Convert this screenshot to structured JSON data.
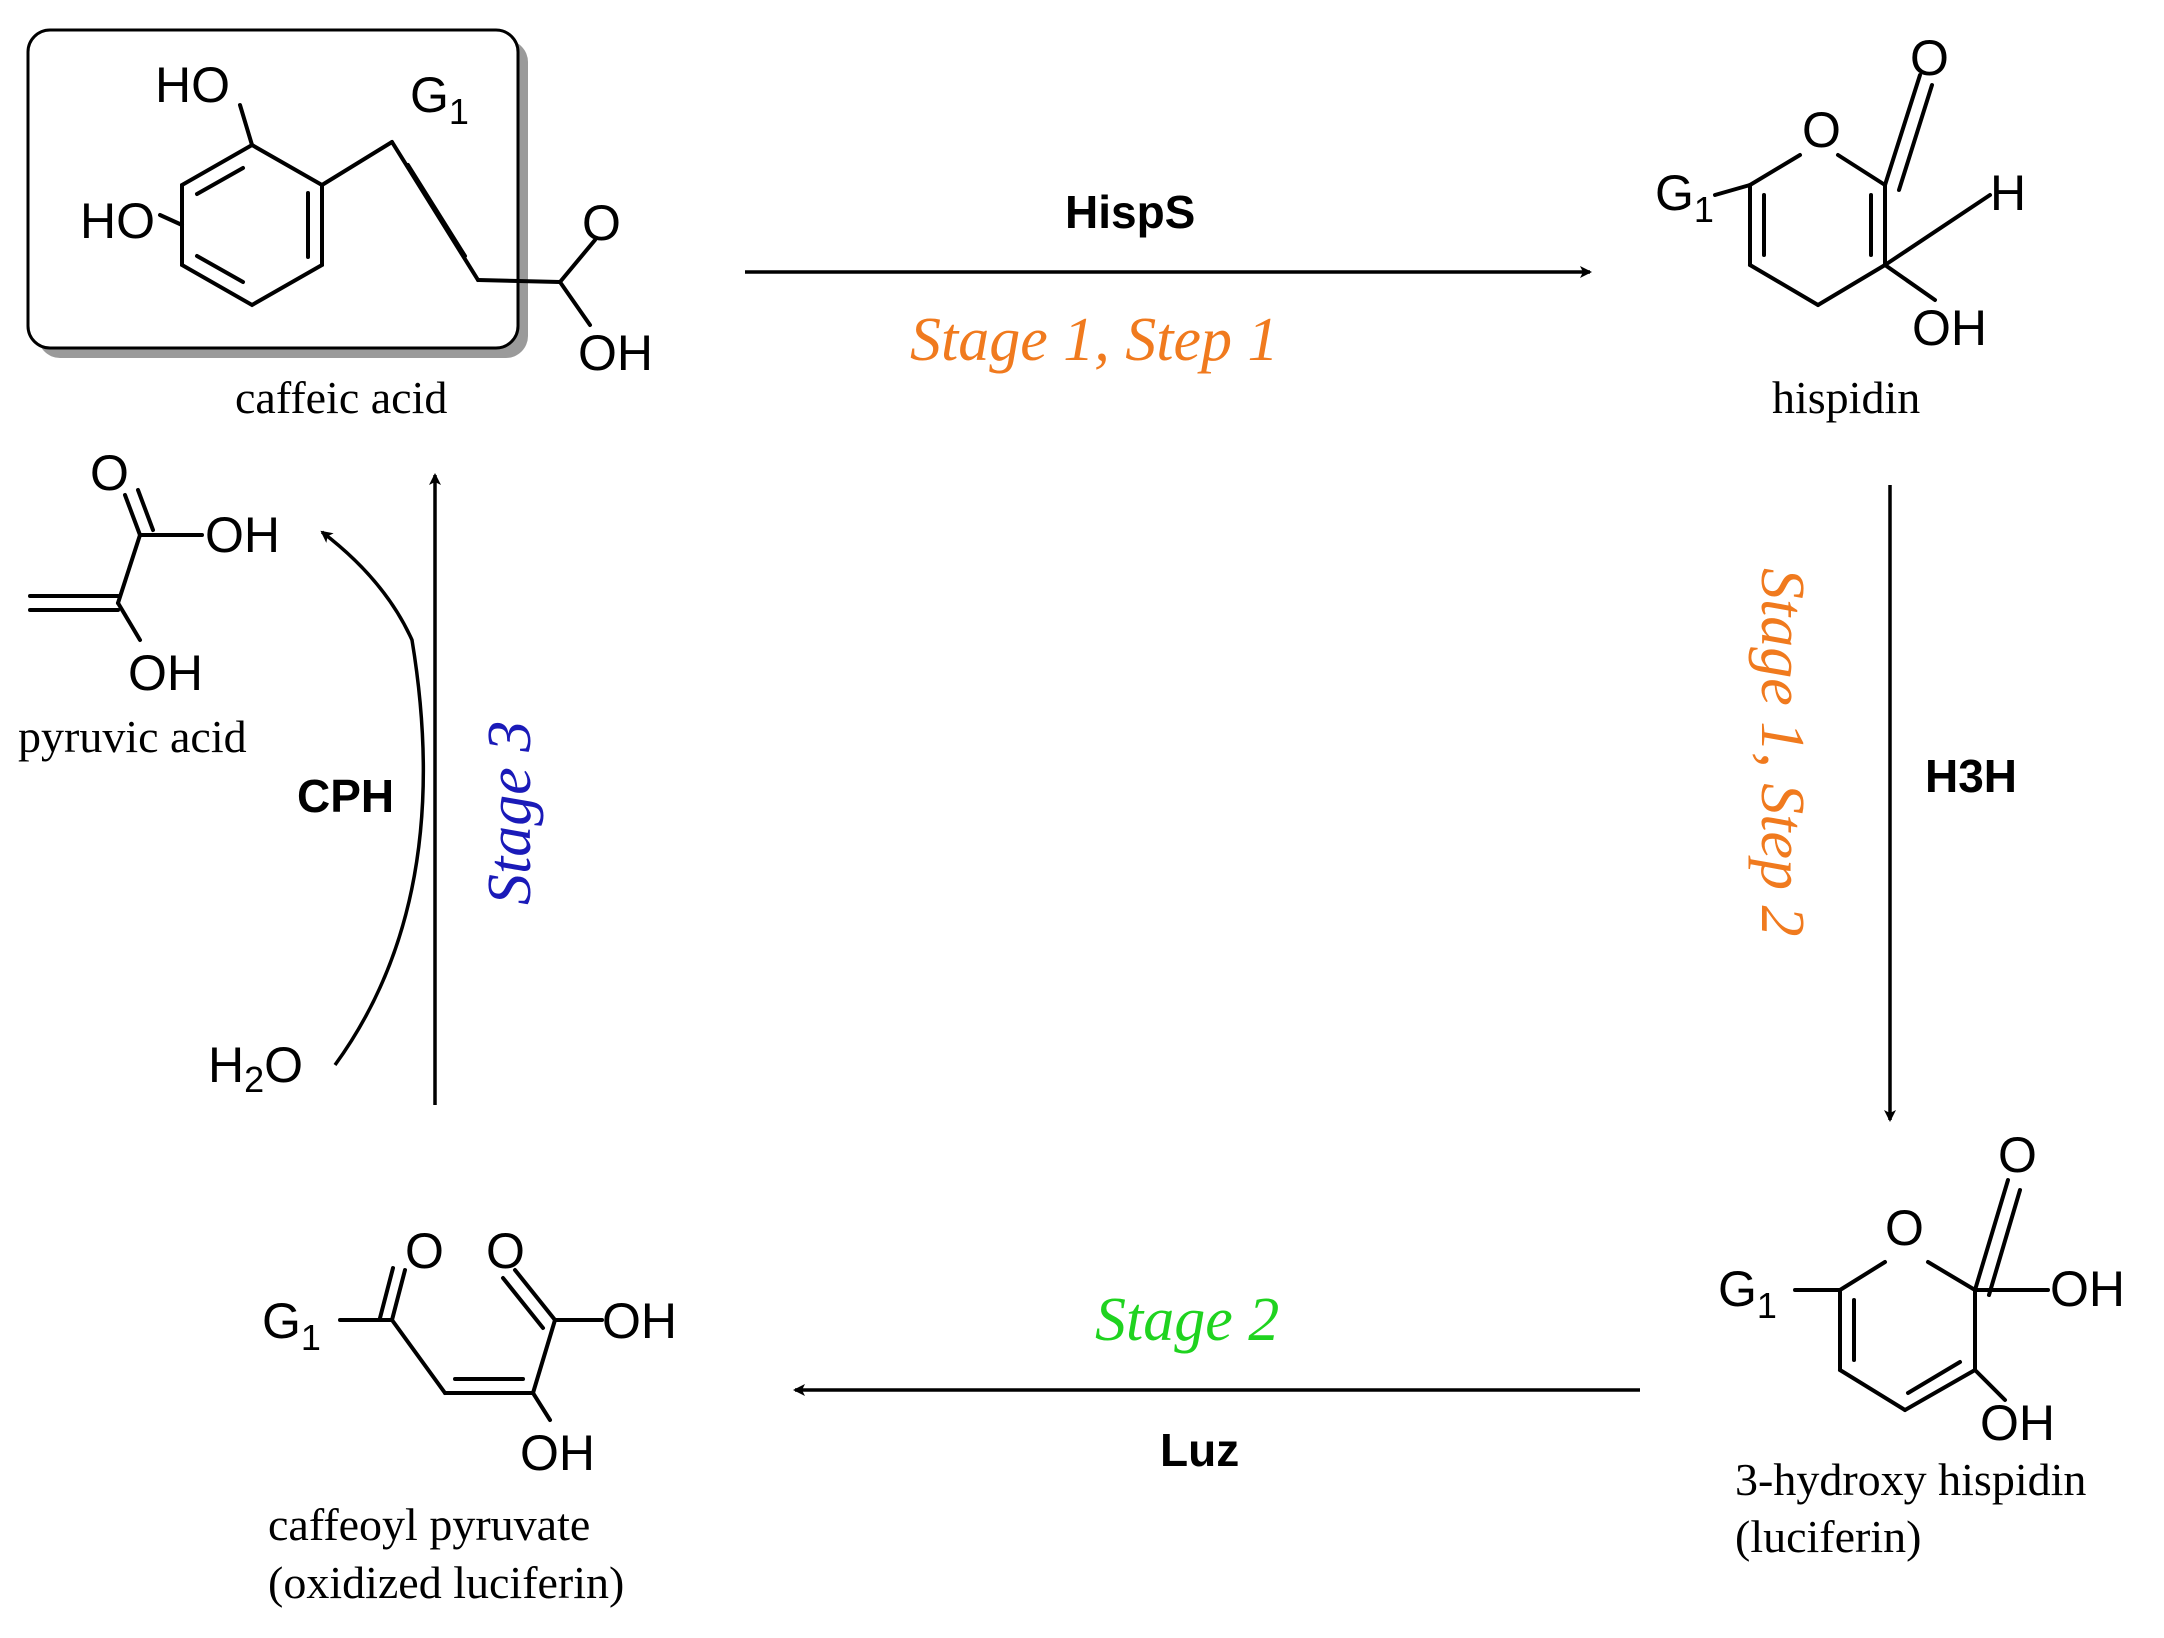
{
  "compounds": {
    "caffeic_acid": "caffeic acid",
    "hispidin": "hispidin",
    "hydroxy_hispidin_line1": "3-hydroxy hispidin",
    "hydroxy_hispidin_line2": "(luciferin)",
    "caffeoyl_pyruvate_line1": "caffeoyl pyruvate",
    "caffeoyl_pyruvate_line2": "(oxidized luciferin)",
    "pyruvic_acid": "pyruvic acid"
  },
  "atoms": {
    "HO": "HO",
    "OH": "OH",
    "O": "O",
    "H": "H",
    "G": "G",
    "G_sub": "1",
    "H2O_H": "H",
    "H2O_sub": "2",
    "H2O_O": "O"
  },
  "enzymes": {
    "hisps": "HispS",
    "h3h": "H3H",
    "luz": "Luz",
    "cph": "CPH"
  },
  "stages": {
    "stage1_step1": "Stage 1, Step 1",
    "stage1_step2": "Stage 1, Step 2",
    "stage2": "Stage 2",
    "stage3": "Stage 3"
  },
  "colors": {
    "stage1": "#F07A1E",
    "stage2": "#1FD31F",
    "stage3": "#1A1AB8",
    "ink": "#000000"
  }
}
